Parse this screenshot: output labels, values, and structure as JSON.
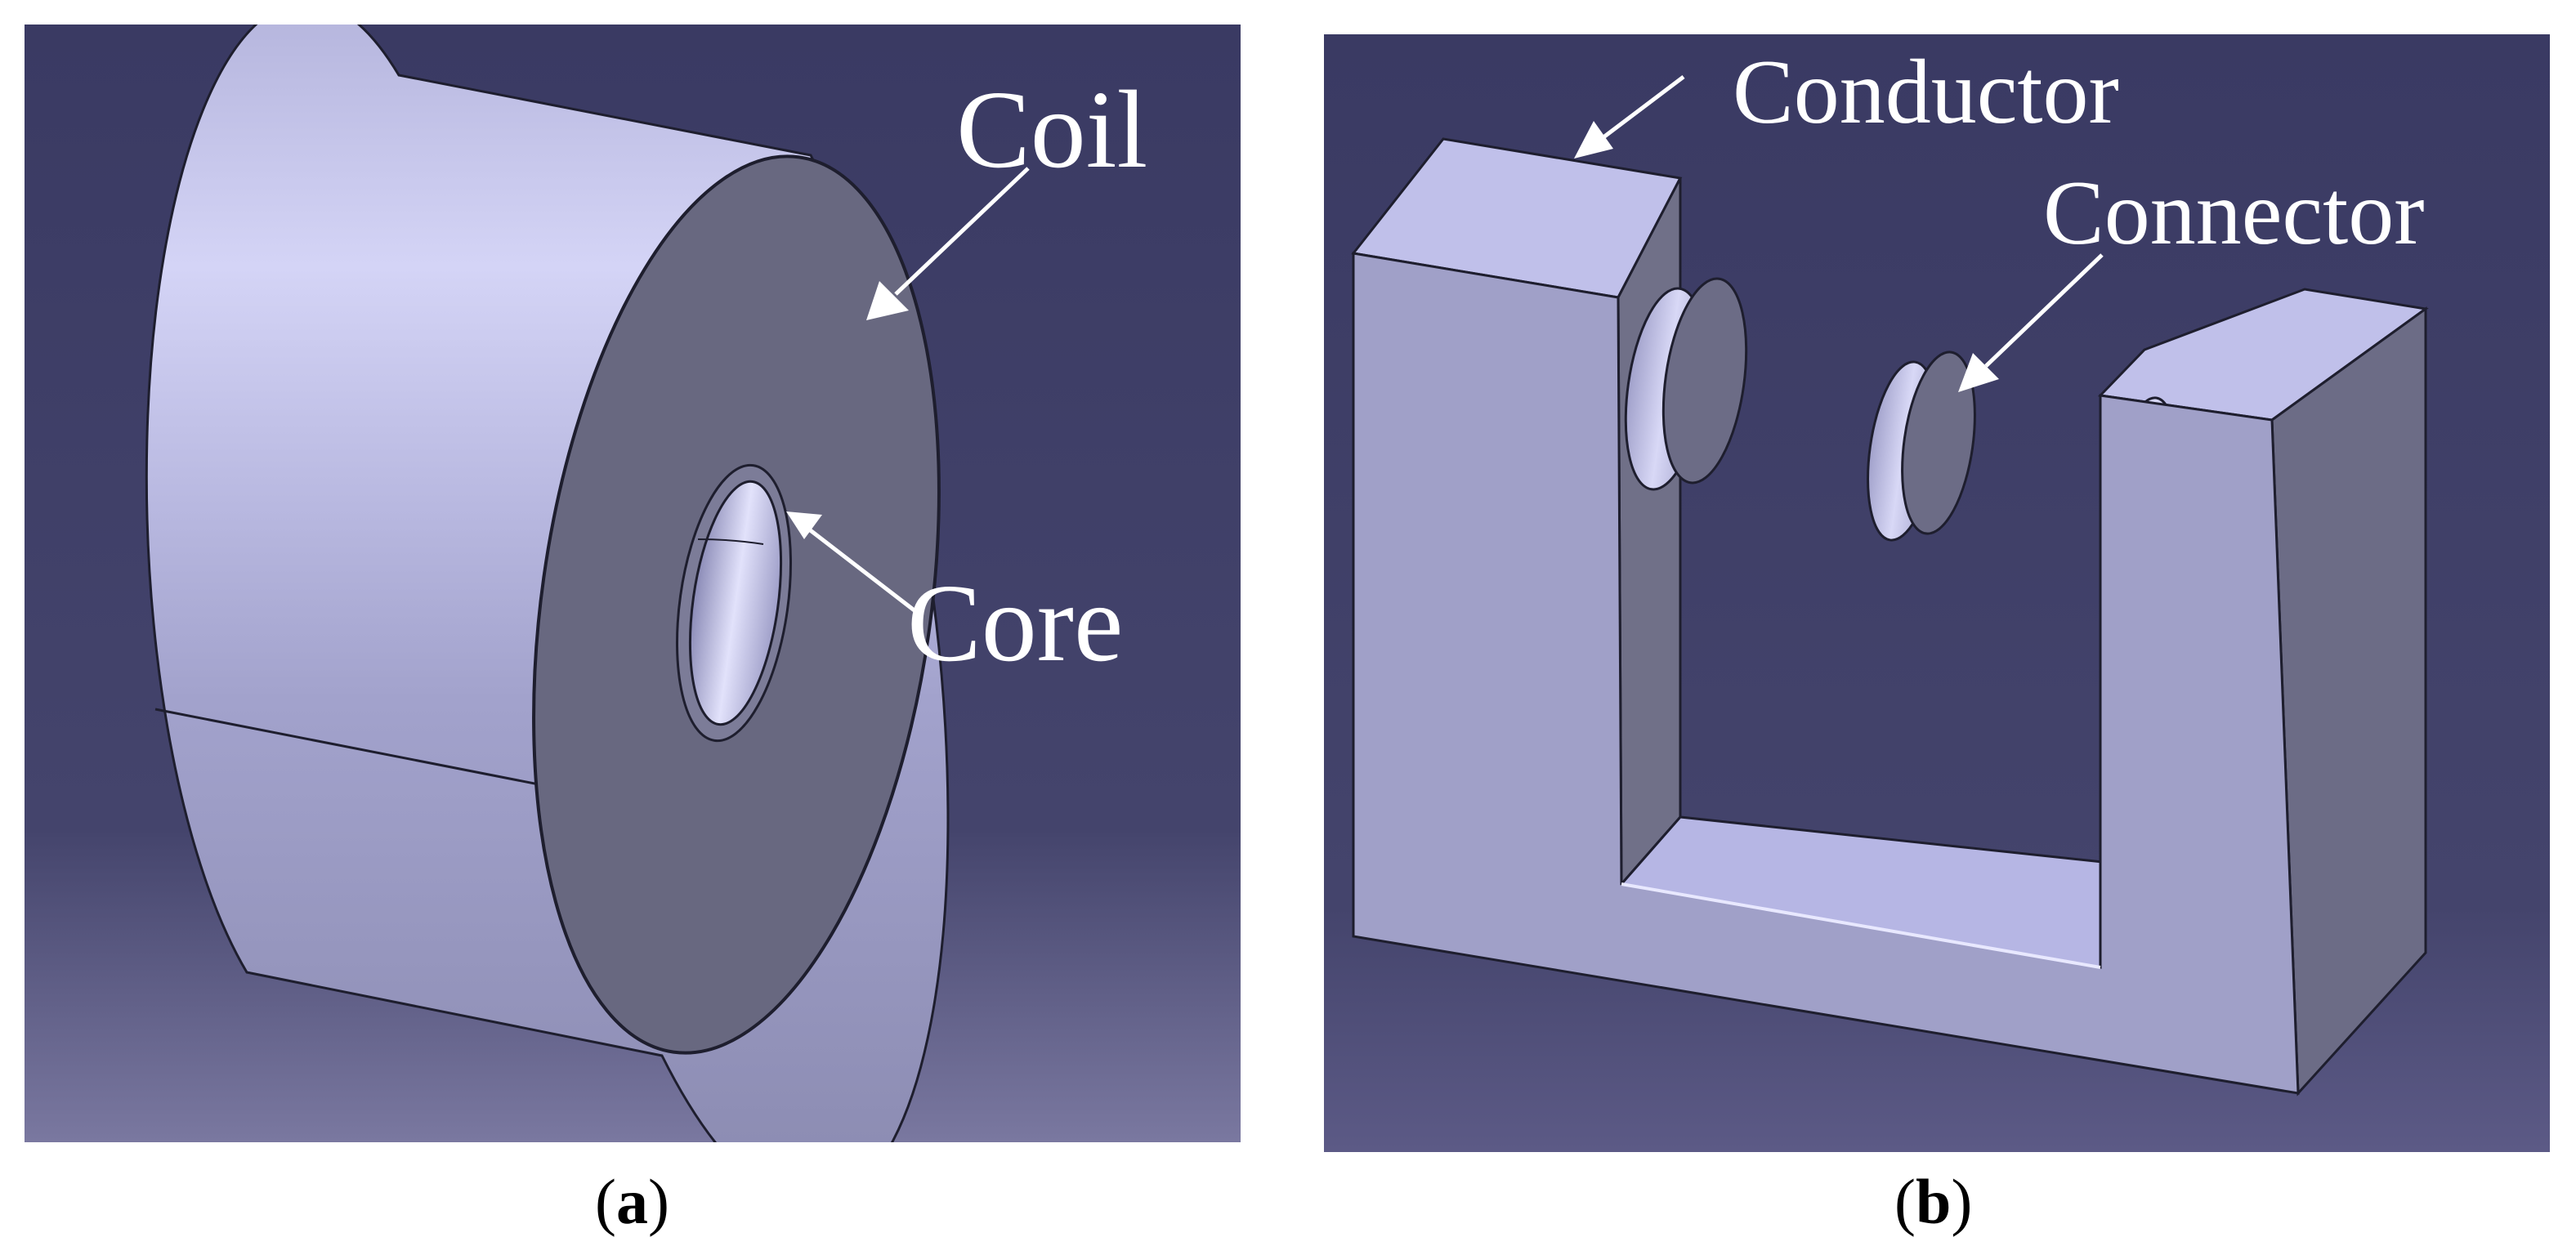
{
  "panel_a": {
    "labels": {
      "coil": "Coil",
      "core": "Core"
    },
    "caption": {
      "open": "(",
      "letter": "a",
      "close": ")"
    }
  },
  "panel_b": {
    "labels": {
      "conductor": "Conductor",
      "connector": "Connector"
    },
    "caption": {
      "open": "(",
      "letter": "b",
      "close": ")"
    }
  },
  "colors": {
    "background_top": "#3a3a63",
    "background_bottom": "#7a78a0",
    "surface_light": "#c4c4ee",
    "surface_mid": "#a4a4cc",
    "surface_dark": "#686880",
    "label": "#ffffff"
  }
}
